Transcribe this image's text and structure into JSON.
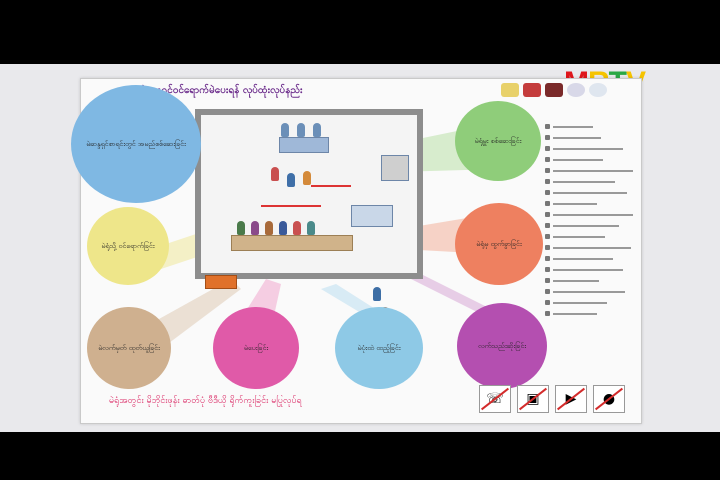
{
  "channel_logo": {
    "m": "M",
    "r": "R",
    "t": "T",
    "v": "V"
  },
  "poster": {
    "title": "မဲဆန္ဒရှင်ဝင်ရောက်မဲပေးရန် လုပ်ထုံးလုပ်နည်း",
    "footer": "မဲရုံအတွင်း မိုဘိုင်းဖုန်း ဓာတ်ပုံ ဗီဒီယို ရိုက်ကူးခြင်း မပြုလုပ်ရ",
    "bubbles": [
      {
        "name": "bubble-blue-large",
        "text": "မဲဆန္ဒရှင်စာရင်းတွင် အမည်စစ်ဆေးခြင်း"
      },
      {
        "name": "bubble-yellow",
        "text": "မဲရုံသို့ ဝင်ရောက်ခြင်း"
      },
      {
        "name": "bubble-tan",
        "text": "မဲလက်မှတ် ထုတ်ယူခြင်း"
      },
      {
        "name": "bubble-pink",
        "text": "မဲပေးခြင်း"
      },
      {
        "name": "bubble-lightblue",
        "text": "မဲပုံးထဲ ထည့်ခြင်း"
      },
      {
        "name": "bubble-purple",
        "text": "လက်သည်းဆိုးခြင်း"
      },
      {
        "name": "bubble-green",
        "text": "မဲရုံမှူး စစ်ဆေးခြင်း"
      },
      {
        "name": "bubble-salmon",
        "text": "မဲရုံမှ ထွက်ခွာခြင်း"
      }
    ]
  },
  "colors": {
    "bubble_blue": "#7fb8e3",
    "bubble_yellow": "#eee68a",
    "bubble_tan": "#cfb08f",
    "bubble_pink": "#e05aa8",
    "bubble_lightblue": "#8ec9e6",
    "bubble_purple": "#b44fb0",
    "bubble_green": "#8fcd7a",
    "bubble_salmon": "#ee8060"
  },
  "icons": [
    "no-phone-icon",
    "no-camera-icon",
    "no-video-icon",
    "no-recording-icon"
  ]
}
